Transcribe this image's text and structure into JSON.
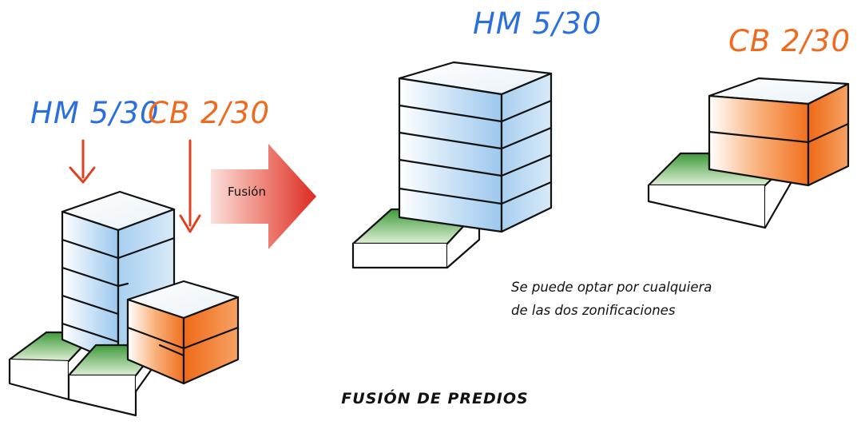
{
  "colors": {
    "hm": "#2a6fe0",
    "cb": "#f06a1e",
    "hm_fill": "#b7d7f2",
    "cb_fill": "#f58a3a",
    "green": "#6cbb4a",
    "arrow_red": "#e0302a"
  },
  "diagram": {
    "title": "FUSIÓN DE PREDIOS",
    "left": {
      "hm_label": "HM 5/30",
      "cb_label": "CB 2/30"
    },
    "arrow_label": "Fusión",
    "right": {
      "hm_label": "HM 5/30",
      "cb_label": "CB 2/30"
    },
    "caption_line1": "Se puede optar por cualquiera",
    "caption_line2": "de las dos zonificaciones"
  }
}
